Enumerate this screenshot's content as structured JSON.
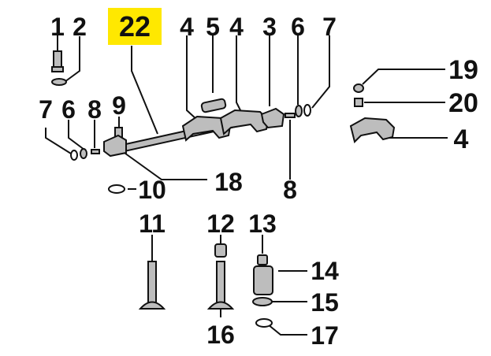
{
  "highlight_color": "#FFE800",
  "ink_color": "#111111",
  "part_fill": "#bdbdbd",
  "callouts": {
    "n1": "1",
    "n2": "2",
    "n22": "22",
    "n4a": "4",
    "n5": "5",
    "n4b": "4",
    "n3": "3",
    "n6a": "6",
    "n7a": "7",
    "n19": "19",
    "n20": "20",
    "n4c": "4",
    "n7b": "7",
    "n6b": "6",
    "n8a": "8",
    "n9": "9",
    "n10": "10",
    "n18": "18",
    "n8b": "8",
    "n11": "11",
    "n12": "12",
    "n13": "13",
    "n14": "14",
    "n15": "15",
    "n16": "16",
    "n17": "17"
  }
}
